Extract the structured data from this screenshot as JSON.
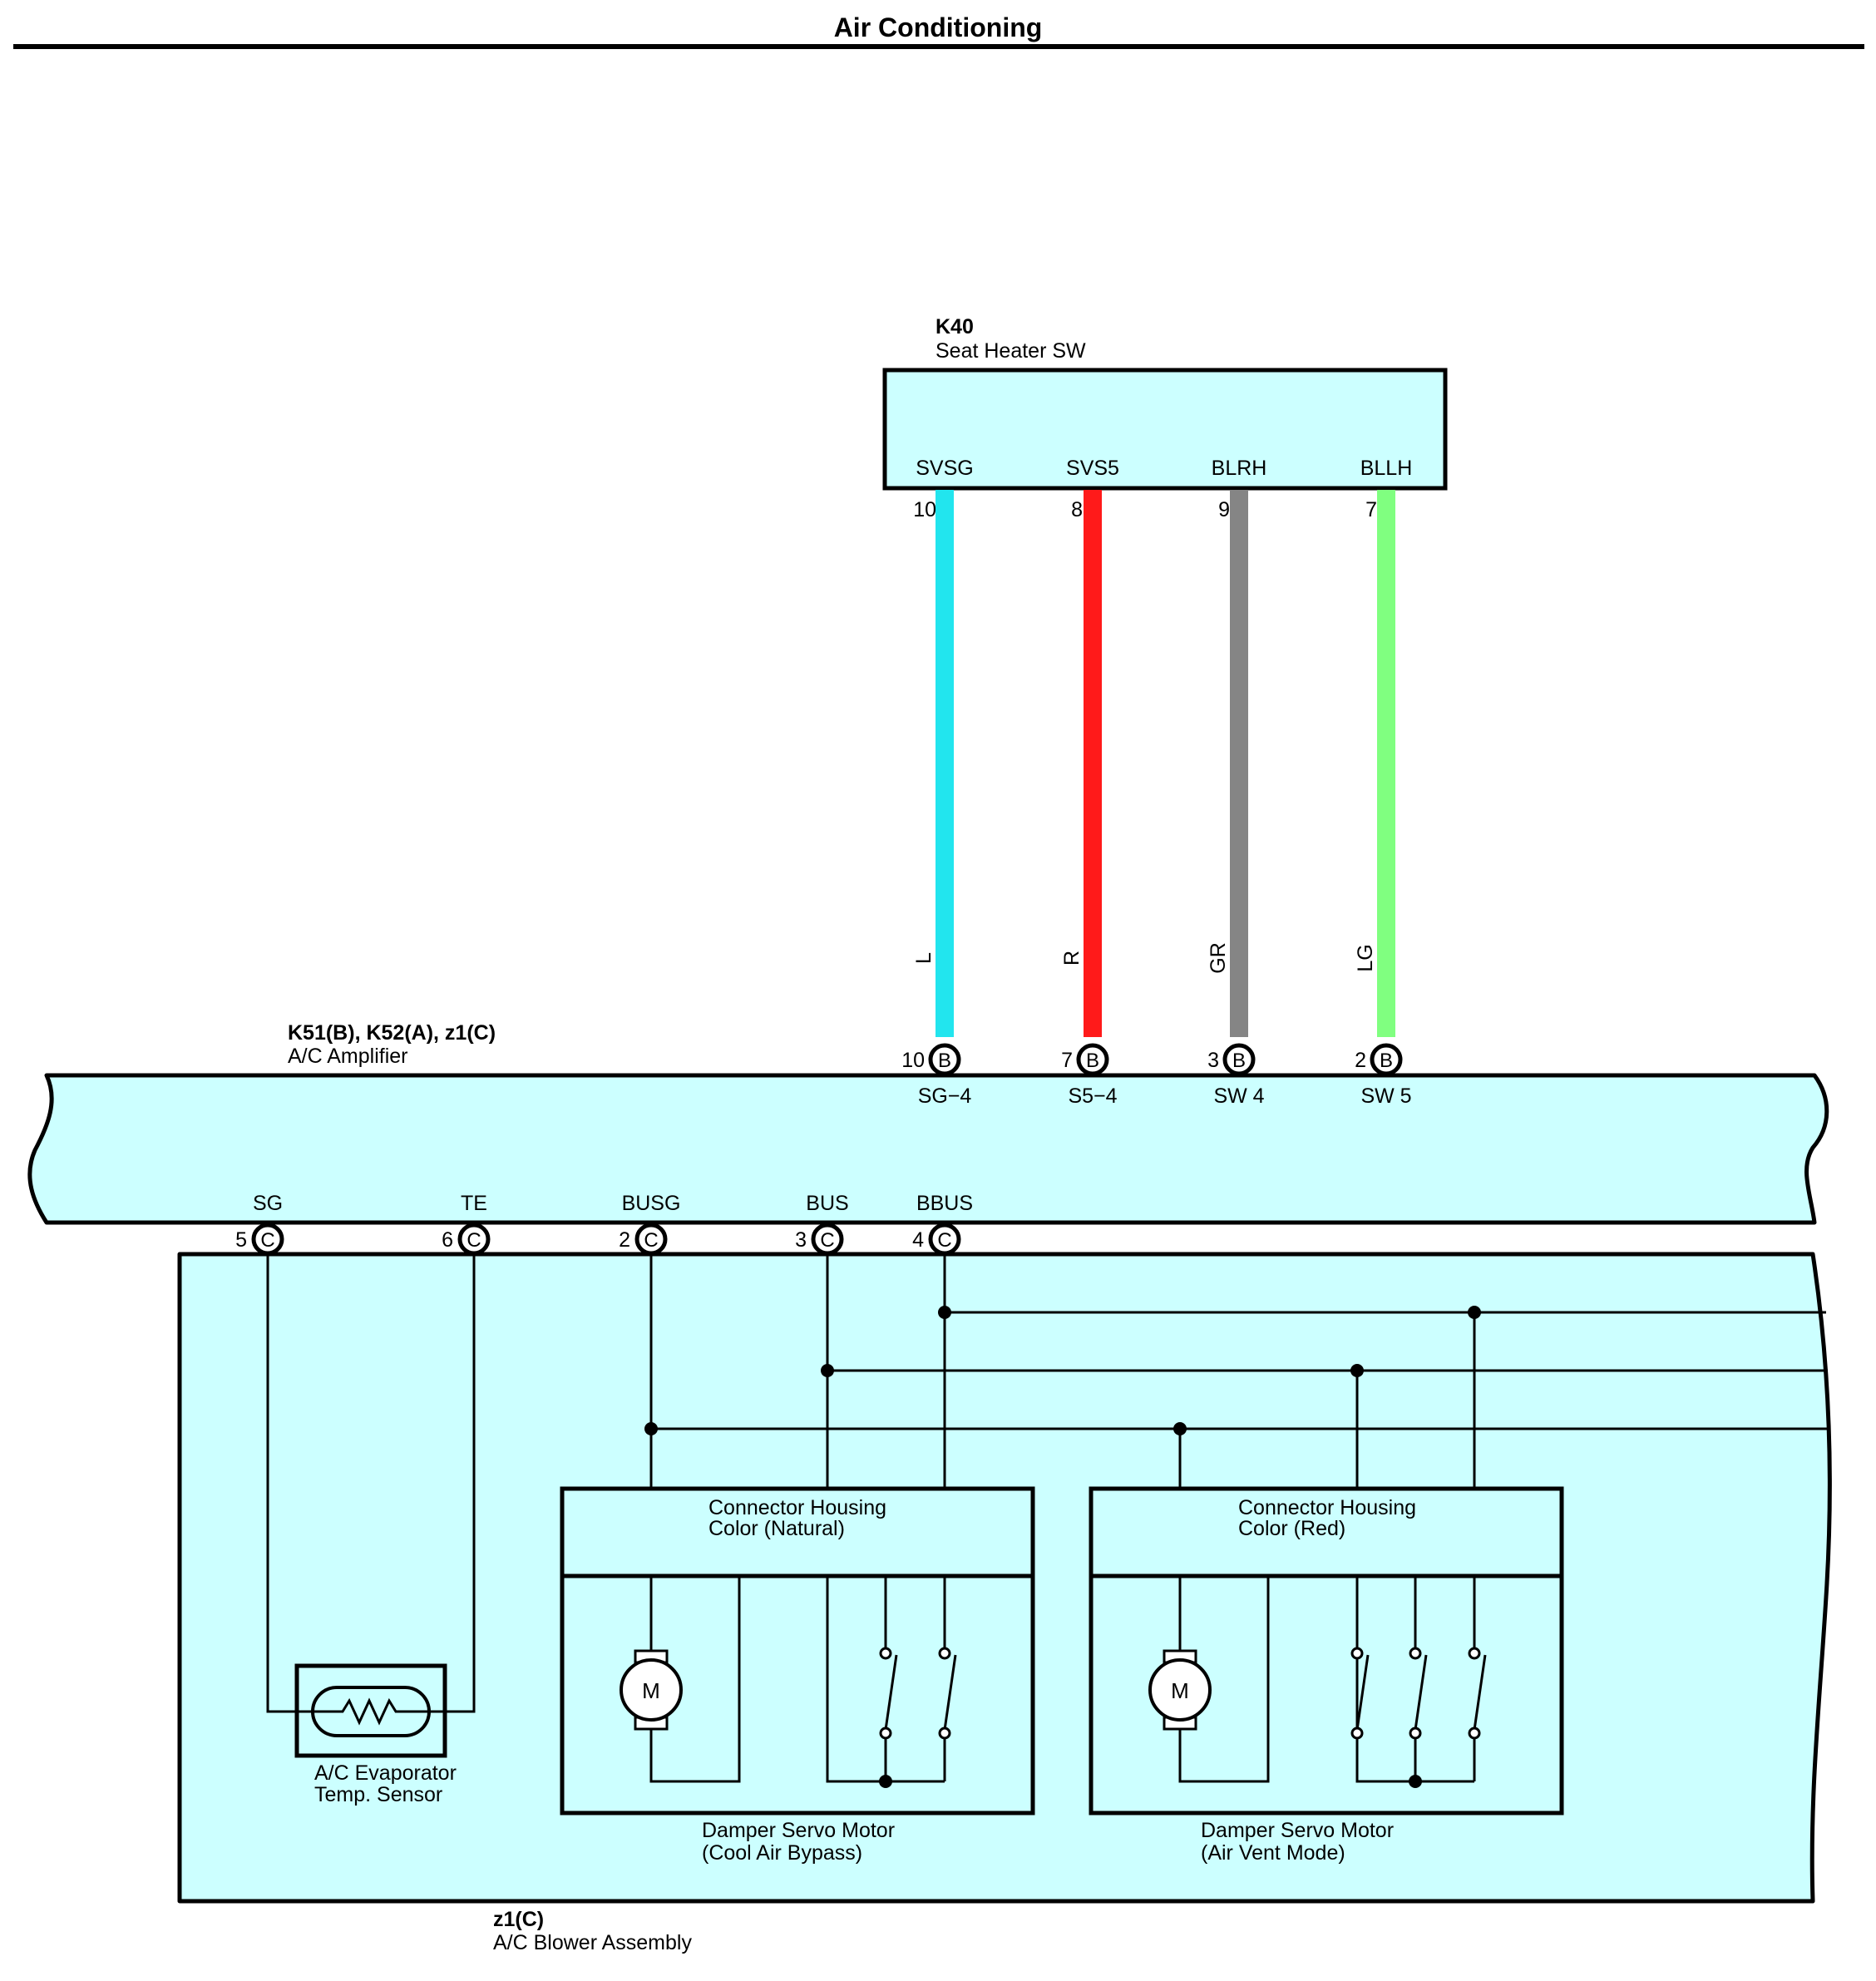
{
  "title": "Air Conditioning",
  "colors": {
    "component_fill": "#ccffff",
    "line": "#000000",
    "wire_L": "#22e5ee",
    "wire_R": "#ff1a1a",
    "wire_GR": "#858585",
    "wire_LG": "#80ff80"
  },
  "seat_heater": {
    "code": "K40",
    "name": "Seat Heater SW",
    "terminals": [
      {
        "name": "SVSG",
        "pin": "10",
        "wire": "L"
      },
      {
        "name": "SVS5",
        "pin": "8",
        "wire": "R"
      },
      {
        "name": "BLRH",
        "pin": "9",
        "wire": "GR"
      },
      {
        "name": "BLLH",
        "pin": "7",
        "wire": "LG"
      }
    ]
  },
  "amplifier": {
    "code": "K51(B), K52(A), z1(C)",
    "name": "A/C Amplifier",
    "top_pins": [
      {
        "pin": "10",
        "conn": "B",
        "label": "SG−4"
      },
      {
        "pin": "7",
        "conn": "B",
        "label": "S5−4"
      },
      {
        "pin": "3",
        "conn": "B",
        "label": "SW 4"
      },
      {
        "pin": "2",
        "conn": "B",
        "label": "SW 5"
      }
    ],
    "bottom_pins": [
      {
        "pin": "5",
        "conn": "C",
        "label": "SG"
      },
      {
        "pin": "6",
        "conn": "C",
        "label": "TE"
      },
      {
        "pin": "2",
        "conn": "C",
        "label": "BUSG"
      },
      {
        "pin": "3",
        "conn": "C",
        "label": "BUS"
      },
      {
        "pin": "4",
        "conn": "C",
        "label": "BBUS"
      }
    ]
  },
  "blower": {
    "code": "z1(C)",
    "name": "A/C Blower Assembly",
    "sensor": {
      "line1": "A/C Evaporator",
      "line2": "Temp.  Sensor"
    },
    "motor_symbol": "M",
    "servo1": {
      "housing_line1": "Connector Housing",
      "housing_line2": "Color (Natural)",
      "name_line1": "Damper Servo Motor",
      "name_line2": "(Cool Air Bypass)"
    },
    "servo2": {
      "housing_line1": "Connector Housing",
      "housing_line2": "Color (Red)",
      "name_line1": "Damper Servo Motor",
      "name_line2": "(Air Vent Mode)"
    }
  }
}
